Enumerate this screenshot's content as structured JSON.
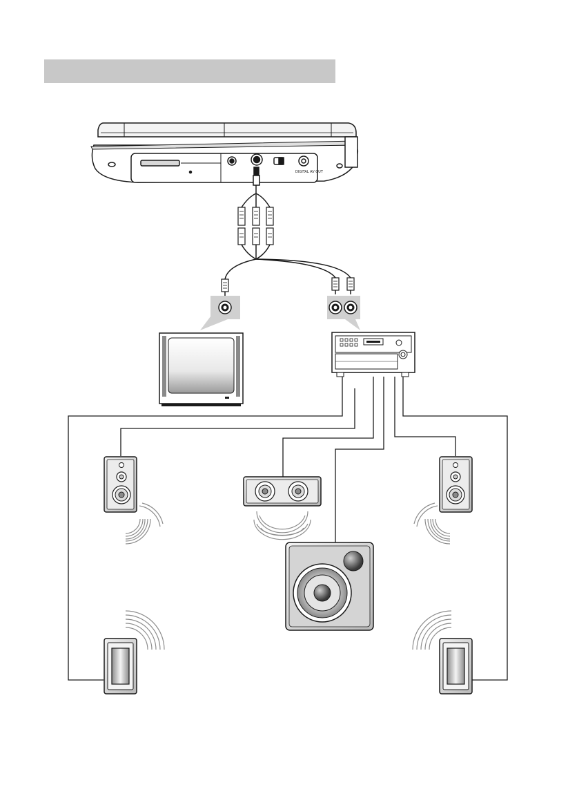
{
  "header": {
    "title": ""
  },
  "player": {
    "jack_label": "DIGITAL AV OUT"
  },
  "diagram": {
    "devices": [
      "portable-dvd-player",
      "av-cable",
      "television",
      "av-receiver",
      "front-left-speaker",
      "center-speaker",
      "front-right-speaker",
      "subwoofer",
      "surround-left-speaker",
      "surround-right-speaker"
    ]
  },
  "colors": {
    "line": "#1a1a1a",
    "panel": "#d0d0d0",
    "device_fill": "#e6e6e6",
    "accent": "#c8c8c8"
  }
}
